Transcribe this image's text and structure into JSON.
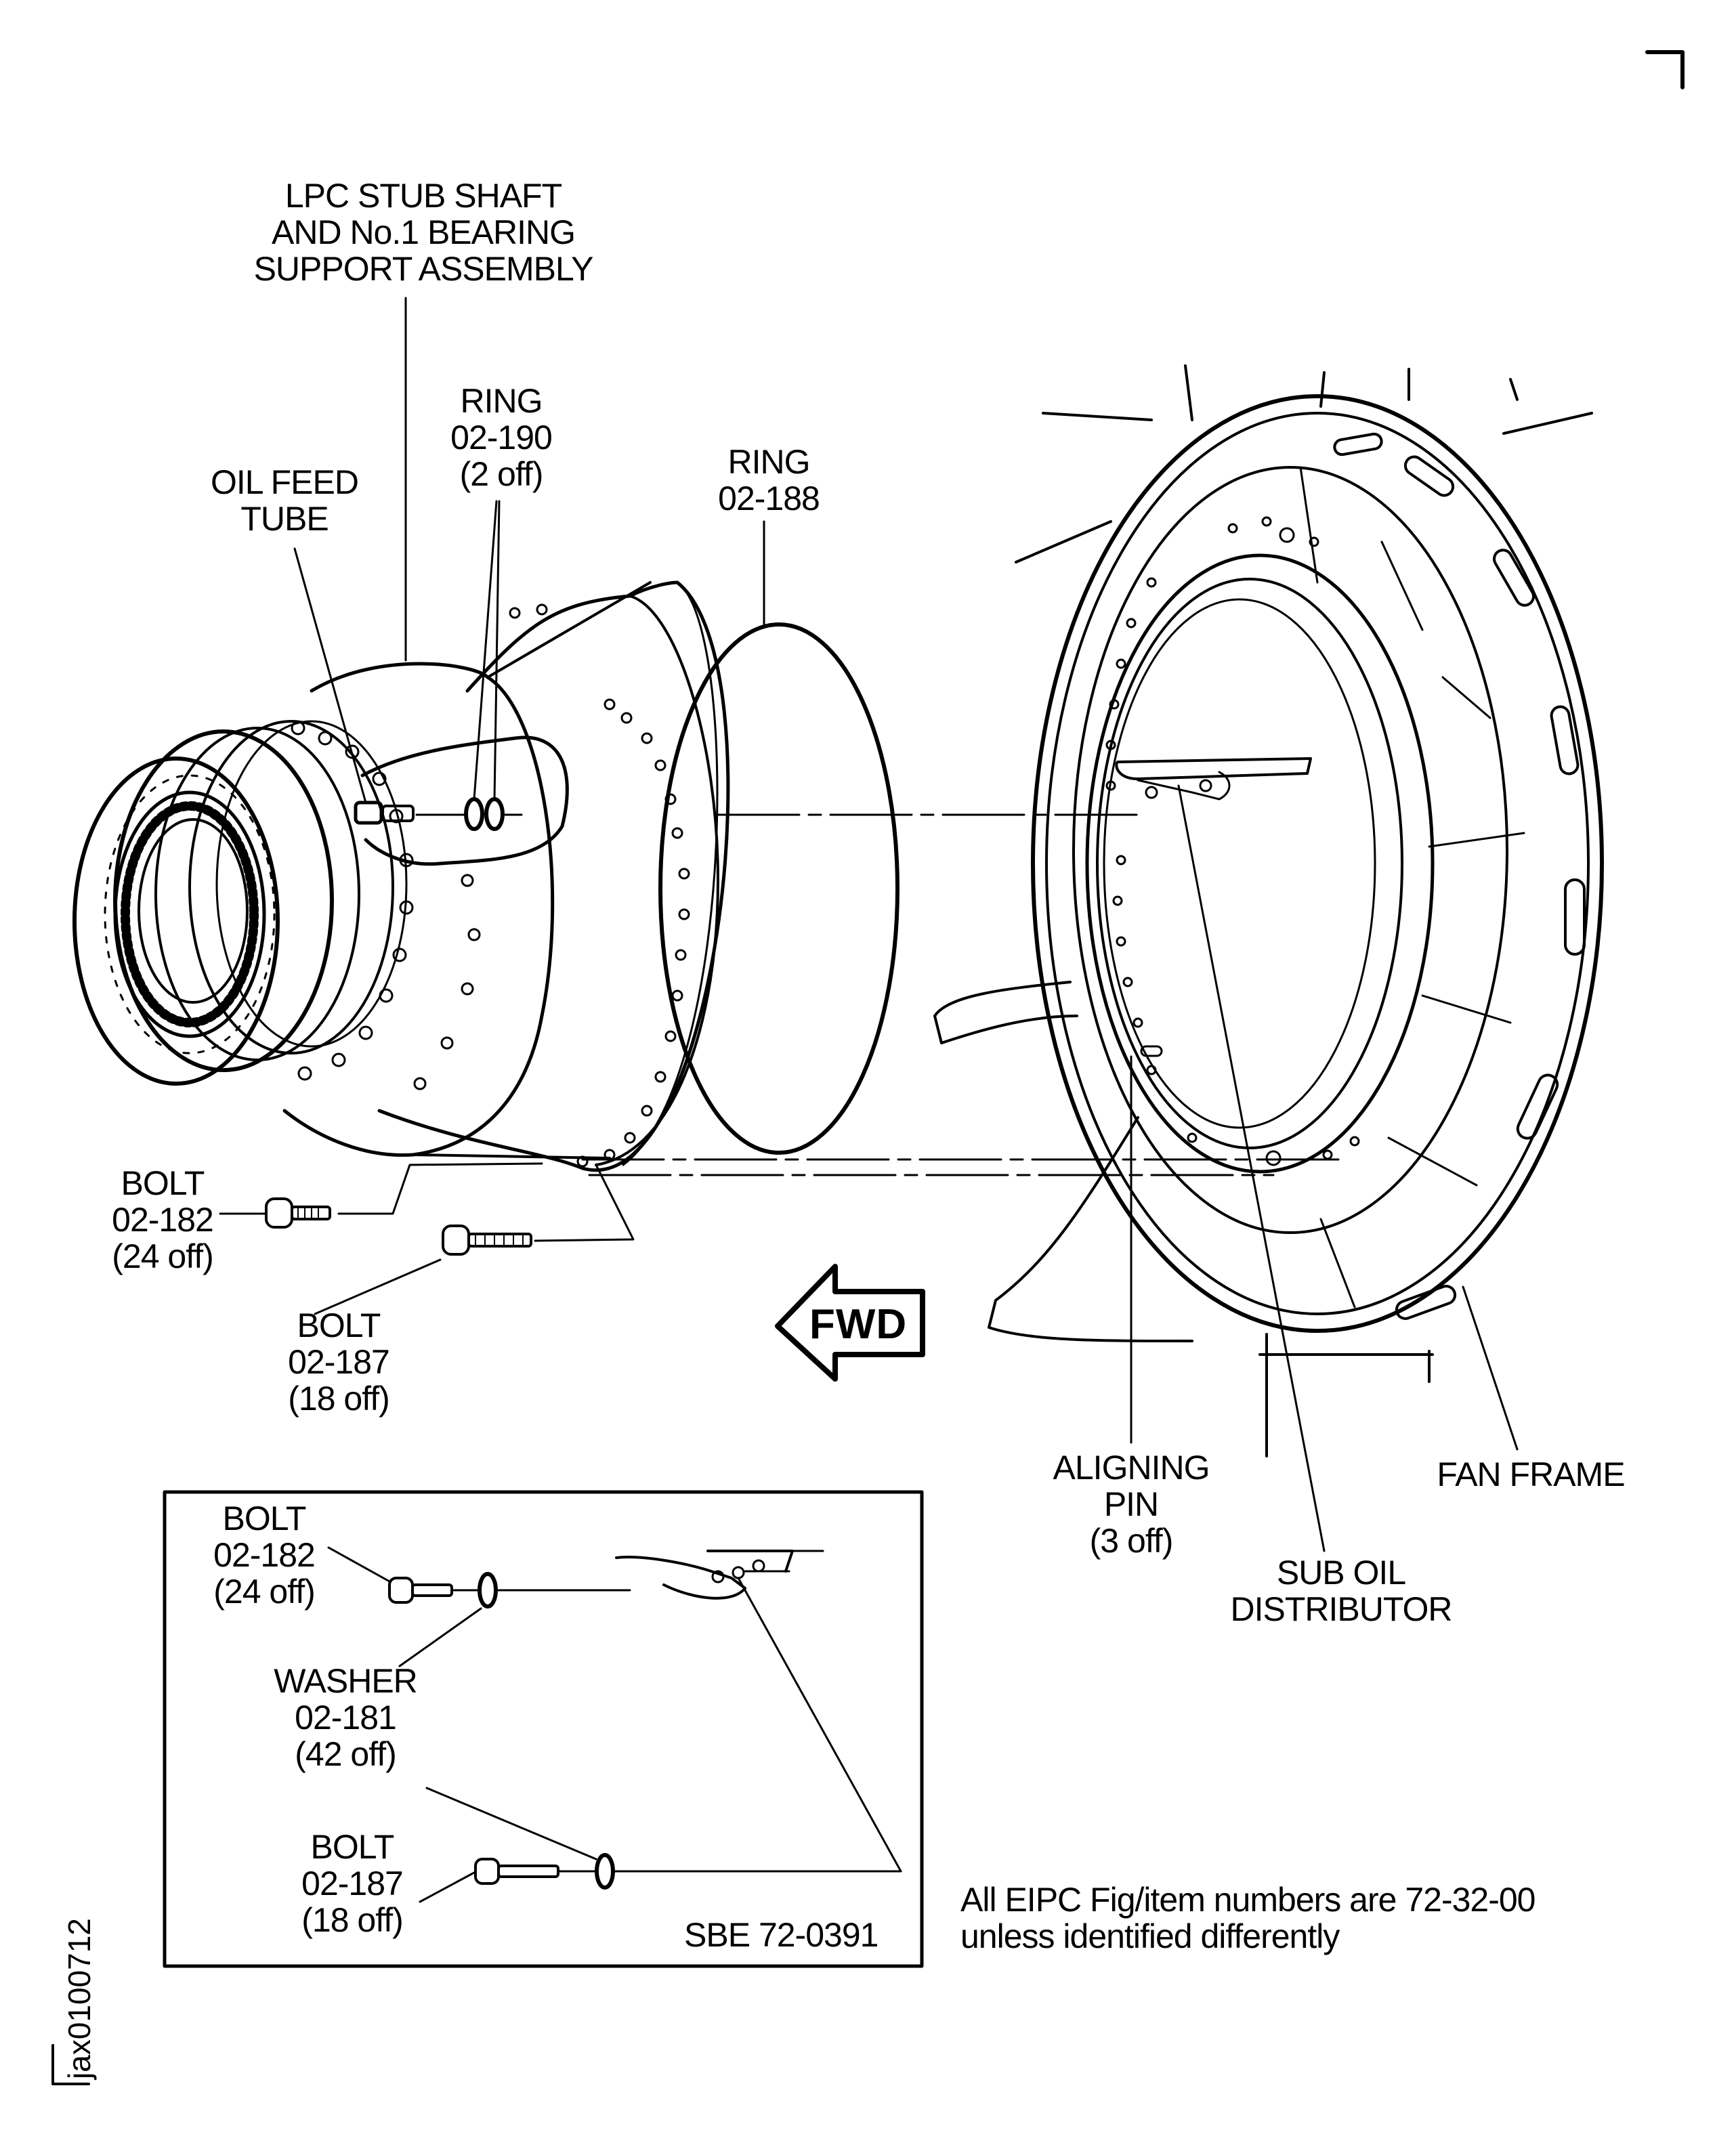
{
  "figure": {
    "drawing_id": "jax0100712",
    "note_line1": "All EIPC Fig/item numbers are 72-32-00",
    "note_line2": "unless identified differently",
    "fwd_label": "FWD"
  },
  "callouts": {
    "lpc_assembly": [
      "LPC  STUB  SHAFT",
      "AND  No.1  BEARING",
      "SUPPORT  ASSEMBLY"
    ],
    "ring_190": [
      "RING",
      "02-190",
      "(2 off)"
    ],
    "oil_feed_tube": [
      "OIL FEED",
      "TUBE"
    ],
    "ring_188": [
      "RING",
      "02-188"
    ],
    "bolt_182": [
      "BOLT",
      "02-182",
      "(24 off)"
    ],
    "bolt_187": [
      "BOLT",
      "02-187",
      "(18 off)"
    ],
    "aligning_pin": [
      "ALIGNING",
      "PIN",
      "(3 off)"
    ],
    "fan_frame": [
      "FAN FRAME"
    ],
    "sub_oil_distributor": [
      "SUB  OIL",
      "DISTRIBUTOR"
    ]
  },
  "inset": {
    "reference": "SBE 72-0391",
    "bolt_182": [
      "BOLT",
      "02-182",
      "(24 off)"
    ],
    "washer_181": [
      "WASHER",
      "02-181",
      "(42 off)"
    ],
    "bolt_187": [
      "BOLT",
      "02-187",
      "(18 off)"
    ]
  }
}
